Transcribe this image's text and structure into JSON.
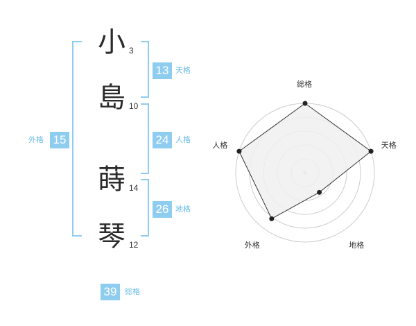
{
  "name": {
    "chars": [
      {
        "char": "小",
        "strokes": "3"
      },
      {
        "char": "島",
        "strokes": "10"
      },
      {
        "char": "蒔",
        "strokes": "14"
      },
      {
        "char": "琴",
        "strokes": "12"
      }
    ]
  },
  "fortunes": {
    "tenkaku": {
      "value": "13",
      "label": "天格"
    },
    "jinkaku": {
      "value": "24",
      "label": "人格"
    },
    "chikaku": {
      "value": "26",
      "label": "地格"
    },
    "gaikaku": {
      "value": "15",
      "label": "外格"
    },
    "soukaku": {
      "value": "39",
      "label": "総格"
    }
  },
  "colors": {
    "accent": "#8fcdf0",
    "accent_text": "#6cbde8",
    "radar_fill": "#f0f0f0",
    "radar_rings": "#cccccc"
  },
  "chart_data": {
    "type": "radar",
    "axes": [
      "総格",
      "天格",
      "地格",
      "外格",
      "人格"
    ],
    "values": [
      1.0,
      1.0,
      0.35,
      0.82,
      1.0
    ],
    "range": [
      0,
      1
    ],
    "rings": 5
  }
}
